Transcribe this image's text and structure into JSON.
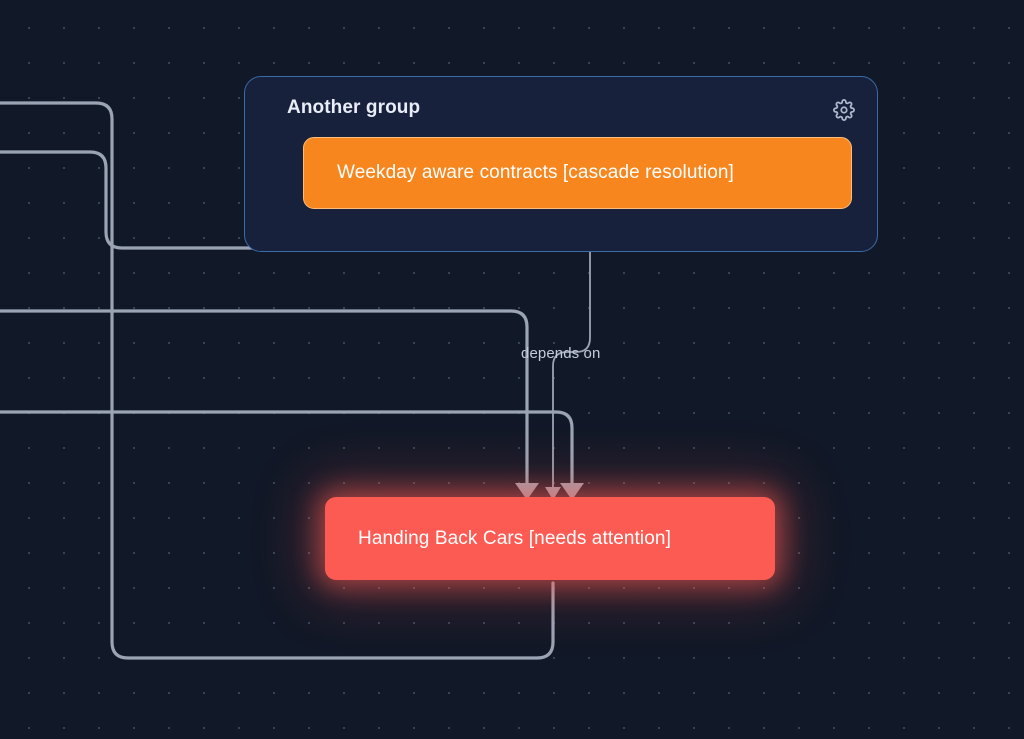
{
  "canvas": {
    "background_color": "#111827",
    "grid": "dot-grid",
    "grid_spacing": 35,
    "dot_color": "#394357"
  },
  "group": {
    "title": "Another group",
    "settings_icon": "gear-icon",
    "border_color": "#3a6ba6",
    "fill_color": "#18213c"
  },
  "nodes": [
    {
      "id": "weekday-aware-contracts",
      "label": "Weekday aware contracts [cascade resolution]",
      "status": "cascade resolution",
      "color": "#f7861e",
      "border_color": "#fcbd7b",
      "text_color": "#ffffff",
      "in_group": "Another group"
    },
    {
      "id": "handing-back-cars",
      "label": "Handing Back Cars [needs attention]",
      "status": "needs attention",
      "color": "#fb5b52",
      "glow_color": "#fb5b52",
      "text_color": "#ffffff",
      "in_group": null
    }
  ],
  "edges": {
    "label": "depends on",
    "label_color": "#c3ccdb",
    "line_color": "#9aa4b4",
    "arrow_count": 3,
    "target": "handing-back-cars"
  }
}
